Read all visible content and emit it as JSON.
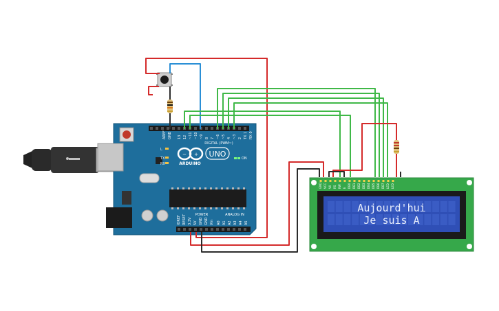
{
  "arduino": {
    "brand_text": "ARDUINO",
    "model_text": "UNO",
    "digital_header_label": "DIGITAL (PWM~)",
    "power_label": "POWER",
    "analog_label": "ANALOG IN",
    "on_label": "ON",
    "tx_label": "TX",
    "rx_label": "RX",
    "l_label": "L",
    "aref_label": "AREF",
    "gnd_label": "GND",
    "digital_pins": [
      "13",
      "12",
      "~11",
      "~10",
      "~9",
      "8",
      "7",
      "~6",
      "~5",
      "4",
      "~3",
      "2",
      "TX 1",
      "RX 0"
    ],
    "power_pins": [
      "IOREF",
      "RESET",
      "3.3V",
      "5V",
      "GND",
      "GND",
      "Vin"
    ],
    "analog_pins": [
      "A0",
      "A1",
      "A2",
      "A3",
      "A4",
      "A5"
    ]
  },
  "lcd": {
    "line1": "Aujourd'hui",
    "line2": "Je suis A",
    "pin_labels": [
      "GND",
      "VCC",
      "V0",
      "RS",
      "RW",
      "E",
      "DB0",
      "DB1",
      "DB2",
      "DB3",
      "DB4",
      "DB5",
      "DB6",
      "DB7",
      "LED",
      "LED"
    ],
    "backlight_color": "#2f4fb6",
    "text_color": "#e8eefc"
  },
  "colors": {
    "wire_red": "#d42a2a",
    "wire_green": "#3fb847",
    "wire_blue": "#2a8fd6",
    "wire_black": "#2b2b2b",
    "board_blue": "#1e6e9c",
    "pcb_green": "#36a84a"
  }
}
